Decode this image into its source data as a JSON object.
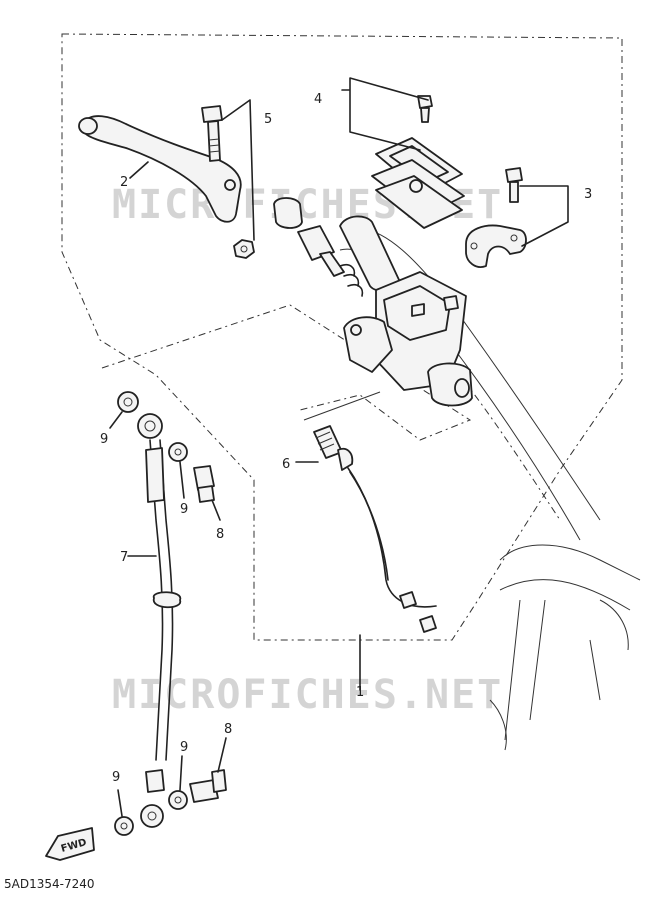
{
  "watermarks": [
    "MICROFICHES.NET",
    "MICROFICHES.NET"
  ],
  "part_labels": {
    "p1": "1",
    "p2": "2",
    "p3": "3",
    "p4": "4",
    "p5": "5",
    "p6": "6",
    "p7": "7",
    "p8a": "8",
    "p8b": "8",
    "p9a": "9",
    "p9b": "9",
    "p9c": "9",
    "p9d": "9"
  },
  "direction_badge": "FWD",
  "diagram_code": "5AD1354-7240"
}
